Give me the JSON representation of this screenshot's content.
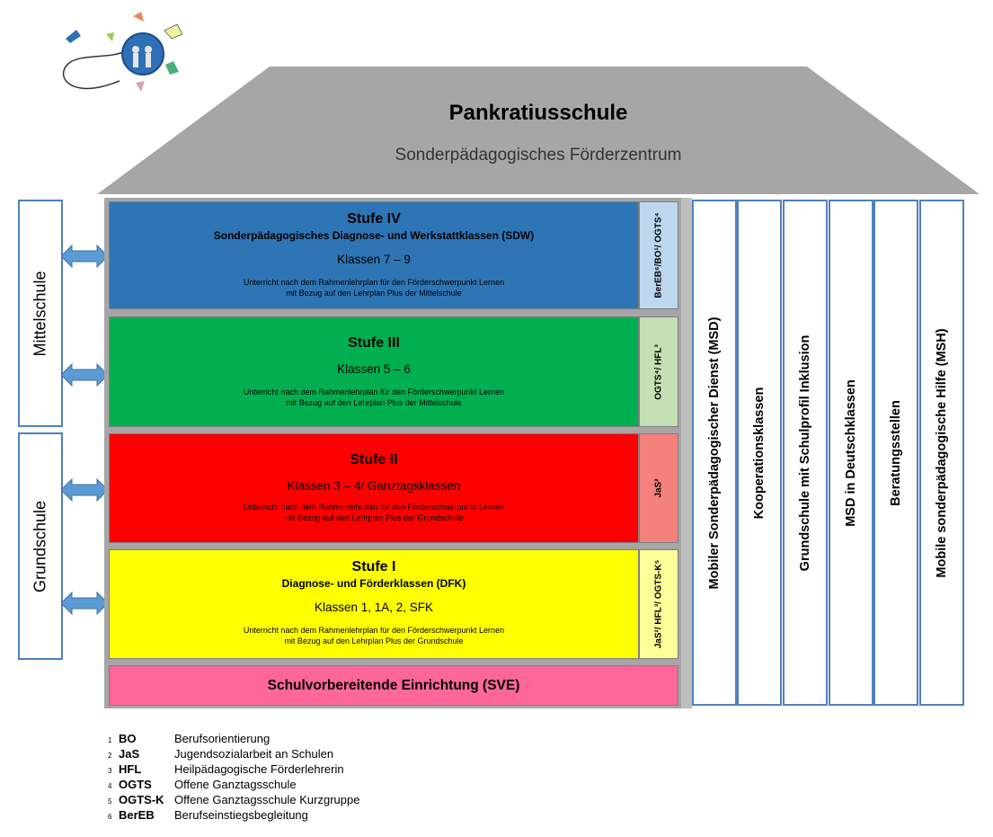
{
  "header": {
    "title": "Pankratiusschule",
    "subtitle": "Sonderpädagogisches Förderzentrum"
  },
  "side_labels": {
    "mittelschule": "Mittelschule",
    "grundschule": "Grundschule"
  },
  "stufen": [
    {
      "title": "Stufe IV",
      "subtitle": "Sonderpädagogisches Diagnose- und Werkstattklassen (SDW)",
      "classes": "Klassen 7 – 9",
      "note_line1": "Unterricht nach dem Rahmenlehrplan für den Förderschwerpunkt Lernen",
      "note_line2": "mit Bezug auf den Lehrplan Plus der Mittelschule",
      "tag": "BerEB⁶/BO¹/ OGTS⁴",
      "color": "#2e75b6",
      "tag_color": "#bdd7ee"
    },
    {
      "title": "Stufe III",
      "subtitle": "",
      "classes": "Klassen 5 – 6",
      "note_line1": "Unterricht nach dem Rahmenlehrplan für den Förderschwerpunkt Lernen",
      "note_line2": "mit Bezug auf den Lehrplan Plus der Mittelschule",
      "tag": "OGTS⁴/ HFL³",
      "color": "#00b050",
      "tag_color": "#c5e0b4"
    },
    {
      "title": "Stufe II",
      "subtitle": "",
      "classes": "Klassen 3 – 4/ Ganztagsklassen",
      "note_line1": "Unterricht nach dem Rahmenlehrplan für den Förderschwerpunkt Lernen",
      "note_line2": "mit Bezug auf den Lehrplan Plus der Grundschule",
      "tag": "JaS²",
      "color": "#ff0000",
      "tag_color": "#f4817b"
    },
    {
      "title": "Stufe I",
      "subtitle": "Diagnose- und Förderklassen (DFK)",
      "classes": "Klassen 1, 1A, 2, SFK",
      "note_line1": "Unterricht nach dem Rahmenlehrplan für den Förderschwerpunkt Lernen",
      "note_line2": "mit Bezug auf den Lehrplan Plus der Grundschule",
      "tag": "JaS²/ HFL³/ OGTS-K⁵",
      "color": "#ffff00",
      "tag_color": "#ffff99"
    }
  ],
  "sve": {
    "label": "Schulvorbereitende Einrichtung (SVE)",
    "color": "#ff6699"
  },
  "columns": [
    "Mobiler Sonderpädagogischer Dienst (MSD)",
    "Kooperationsklassen",
    "Grundschule mit Schulprofil Inklusion",
    "MSD in Deutschklassen",
    "Beratungsstellen",
    "Mobile sonderpädagogische Hilfe (MSH)"
  ],
  "footnotes": [
    {
      "num": "1",
      "abbr": "BO",
      "text": "Berufsorientierung"
    },
    {
      "num": "2",
      "abbr": "JaS",
      "text": "Jugendsozialarbeit an Schulen"
    },
    {
      "num": "3",
      "abbr": "HFL",
      "text": "Heilpädagogische Förderlehrerin"
    },
    {
      "num": "4",
      "abbr": "OGTS",
      "text": "Offene Ganztagsschule"
    },
    {
      "num": "5",
      "abbr": "OGTS-K",
      "text": "Offene Ganztagsschule Kurzgruppe"
    },
    {
      "num": "6",
      "abbr": "BerEB",
      "text": "Berufseinstiegsbegleitung"
    }
  ],
  "colors": {
    "roof": "#a6a6a6",
    "arrow": "#5b9bd5",
    "border": "#4f81bd"
  }
}
